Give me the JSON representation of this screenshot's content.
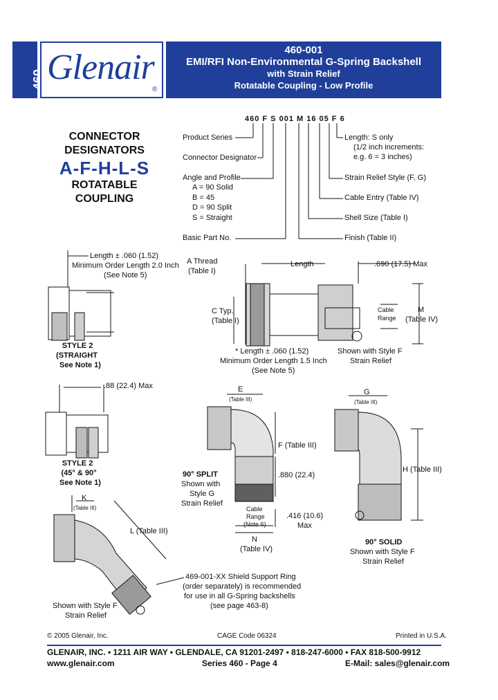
{
  "header": {
    "series_tab": "460",
    "logo": "Glenair",
    "registered": "®",
    "part_number": "460-001",
    "title_line1": "EMI/RFI Non-Environmental G-Spring Backshell",
    "title_line2": "with Strain Relief",
    "title_line3": "Rotatable Coupling - Low Profile"
  },
  "designators": {
    "heading1": "CONNECTOR",
    "heading2": "DESIGNATORS",
    "letters": "A-F-H-L-S",
    "sub1": "ROTATABLE",
    "sub2": "COUPLING"
  },
  "part_code": {
    "code": "460 F S 001 M 16 05 F 6",
    "left_labels": {
      "product_series": "Product Series",
      "connector_designator": "Connector Designator",
      "angle_profile": "Angle and Profile",
      "a": "A = 90  Solid",
      "b": "B = 45",
      "d": "D = 90  Split",
      "s": "S = Straight",
      "basic_part": "Basic Part No."
    },
    "right_labels": {
      "length": "Length: S only",
      "length_note1": "(1/2 inch increments:",
      "length_note2": "e.g. 6 = 3 inches)",
      "strain_relief": "Strain Relief Style (F, G)",
      "cable_entry": "Cable Entry (Table IV)",
      "shell_size": "Shell Size (Table I)",
      "finish": "Finish (Table II)"
    }
  },
  "straight": {
    "length_note1": "Length ± .060 (1.52)",
    "length_note2": "Minimum Order Length 2.0 Inch",
    "length_note3": "(See Note 5)",
    "style1": "STYLE 2",
    "style2": "(STRAIGHT",
    "style3": "See Note 1)"
  },
  "main_view": {
    "a_thread": "A Thread",
    "table_i": "(Table I)",
    "length": "Length",
    "max690": ".690 (17.5) Max",
    "c_typ": "C Typ.",
    "c_table": "(Table I)",
    "cable": "Cable",
    "range": "Range",
    "m": "M",
    "m_table": "(Table IV)",
    "len_note1": "* Length ± .060 (1.52)",
    "len_note2": "Minimum Order Length 1.5 Inch",
    "len_note3": "(See Note 5)",
    "shown1": "Shown with Style F",
    "shown2": "Strain Relief"
  },
  "angled": {
    "max88": ".88 (22.4) Max",
    "style1": "STYLE 2",
    "style2": "(45° & 90°",
    "style3": "See Note 1)"
  },
  "split90": {
    "e": "E",
    "e_table": "(Table III)",
    "f": "F (Table III)",
    "dim880": ".880 (22.4)",
    "label1": "90° SPLIT",
    "label2": "Shown with",
    "label3": "Style G",
    "label4": "Strain Relief",
    "cable": "Cable",
    "range": "Range",
    "note": "(Note 6)",
    "dim416": ".416 (10.6)",
    "max": "Max",
    "n": "N",
    "n_table": "(Table IV)"
  },
  "solid90": {
    "g": "G",
    "g_table": "(Table III)",
    "h": "H (Table III)",
    "label1": "90° SOLID",
    "label2": "Shown with Style F",
    "label3": "Strain Relief"
  },
  "deg45": {
    "k": "K",
    "k_table": "(Table III)",
    "l": "L (Table III)",
    "shown1": "Shown with Style F",
    "shown2": "Strain Relief"
  },
  "shield_note": {
    "line1": "469-001-XX Shield Support Ring",
    "line2": "(order separately) is recommended",
    "line3": "for use in all G-Spring backshells",
    "line4": "(see page 463-8)"
  },
  "footer": {
    "copyright": "© 2005 Glenair, Inc.",
    "cage": "CAGE Code 06324",
    "printed": "Printed in U.S.A.",
    "address": "GLENAIR, INC. • 1211 AIR WAY • GLENDALE, CA 91201-2497 • 818-247-6000 • FAX 818-500-9912",
    "web": "www.glenair.com",
    "series_page": "Series 460 - Page 4",
    "email": "E-Mail: sales@glenair.com"
  },
  "colors": {
    "brand_blue": "#1f3f9b"
  }
}
